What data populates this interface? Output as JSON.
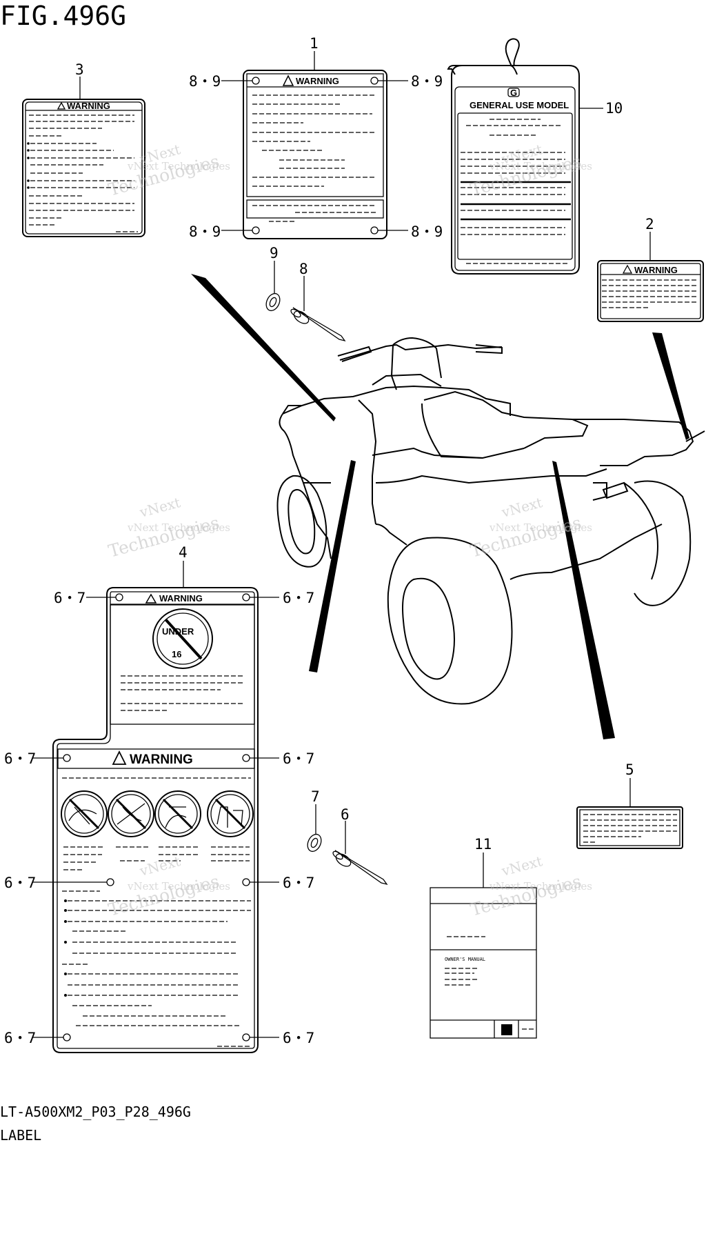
{
  "figure": {
    "title": "FIG.496G",
    "code": "LT-A500XM2_P03_P28_496G",
    "name": "LABEL"
  },
  "callouts": {
    "c1": "1",
    "c2": "2",
    "c3": "3",
    "c4": "4",
    "c5": "5",
    "c6": "6",
    "c7": "7",
    "c8": "8",
    "c9": "9",
    "c10": "10",
    "c11": "11",
    "c89": "8・9",
    "c67": "6・7"
  },
  "labels": {
    "warning": "WARNING",
    "general_use_model": "GENERAL USE MODEL",
    "tag_letter": "G",
    "under": "UNDER",
    "age": "16",
    "owners_manual": "OWNER'S MANUAL"
  },
  "watermark": {
    "line1": "vNext",
    "line2": "vNext Technologies",
    "line3": "Technologies"
  },
  "colors": {
    "ink": "#000000",
    "background": "#ffffff",
    "watermark": "#bbbbbb"
  }
}
